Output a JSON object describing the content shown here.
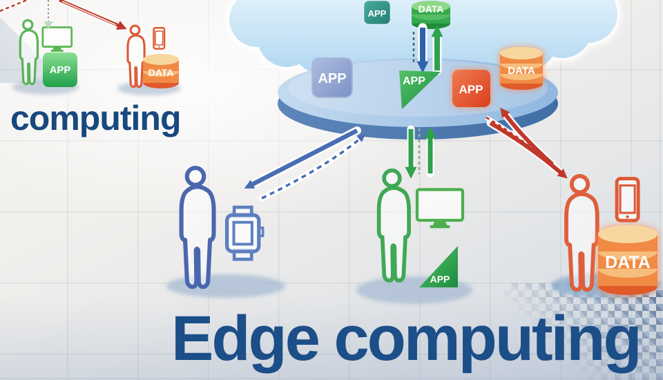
{
  "labels": {
    "caption_left": "computing",
    "title": "Edge computing",
    "cloud_app": "APP",
    "cloud_data": "DATA",
    "platform_app_blue": "APP",
    "platform_app_green": "APP",
    "platform_app_orange": "APP",
    "platform_data_orange": "DATA",
    "left_group_app": "APP",
    "left_group_data": "DATA",
    "edge_green_app": "APP",
    "edge_orange_data": "DATA"
  },
  "colors": {
    "title_navy": "#1c4e88",
    "cloud_blue": "#bfe0f4",
    "platform_disc_blue": "#a9c6e7",
    "app_box_blue": "#8096c6",
    "app_box_teal": "#2f9e8e",
    "app_triangle_green": "#2da14f",
    "app_box_orange": "#e2522e",
    "data_cylinder_orange": "#f08a45",
    "data_cylinder_green": "#35a94e",
    "person_outline_blue": "#4a67ad",
    "person_outline_green": "#4caf50",
    "person_outline_orange": "#df5f3c",
    "arrow_red": "#c0392b",
    "arrow_blue": "#4a6db3",
    "arrow_green": "#2fa14c",
    "background_tile": "#efedea"
  },
  "icons": {
    "cloud": "cloud-shape",
    "platform": "3d-disc",
    "person": "human-silhouette-outline",
    "monitor": "desktop-display-outline",
    "smartwatch": "watch-outline",
    "smartphone": "phone-outline",
    "data_cylinder": "stacked-database-discs",
    "app_box": "rounded-square-app",
    "app_triangle": "triangle-app-flag",
    "arrows": "solid-and-dashed-transfer-arrows"
  }
}
